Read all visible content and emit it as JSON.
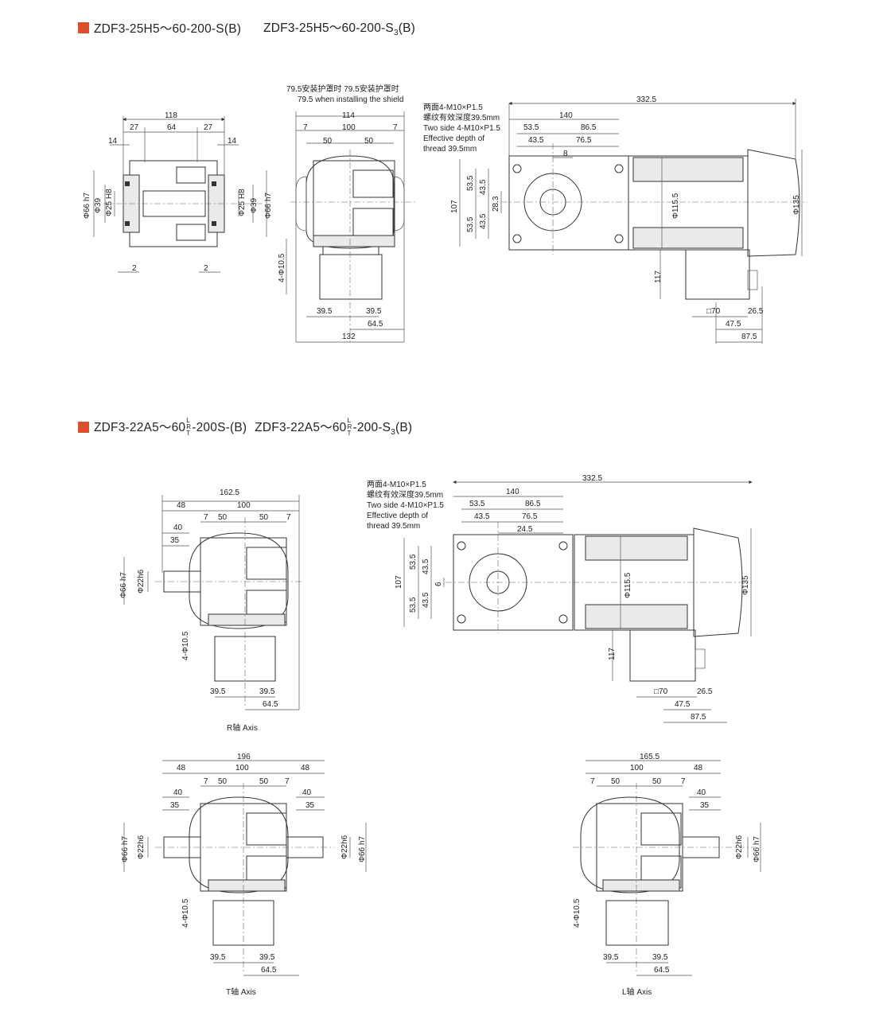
{
  "section1": {
    "model_a": "ZDF3-25H5～60-200-S(B)",
    "model_b_pre": "ZDF3-25H5～60-200-S",
    "model_b_sub": "3",
    "model_b_post": "(B)"
  },
  "section2": {
    "model_a_pre": "ZDF3-22A5～60",
    "stack_top": "L",
    "stack_mid": "R",
    "stack_bot": "T",
    "model_a_post": "-200S-(B)",
    "model_b_pre": "ZDF3-22A5～60",
    "model_b_post": "-200-S",
    "model_b_sub": "3",
    "model_b_end": "(B)"
  },
  "notes": {
    "shield_cn": "79.5安装护罩时  79.5安装护罩时",
    "shield_en": "79.5 when installing the shield",
    "thread_cn_1": "两面4-M10×P1.5",
    "thread_cn_2": "螺纹有效深度39.5mm",
    "thread_en_1": "Two side 4-M10×P1.5",
    "thread_en_2": "Effective depth of",
    "thread_en_3": "thread 39.5mm"
  },
  "captions": {
    "r_axis": "R轴 Axis",
    "t_axis": "T轴 Axis",
    "l_axis": "L轴 Axis"
  },
  "dims": {
    "d118": "118",
    "d27": "27",
    "d64": "64",
    "d14": "14",
    "d2": "2",
    "phi66h7": "Φ66 h7",
    "phi39": "Φ39",
    "phi25h8": "Φ25 H8",
    "d114": "114",
    "d100": "100",
    "d7": "7",
    "d50": "50",
    "phi105": "4-Φ10.5",
    "d39_5": "39.5",
    "d64_5": "64.5",
    "d132": "132",
    "d332_5": "332.5",
    "d140": "140",
    "d53_5": "53.5",
    "d86_5": "86.5",
    "d43_5": "43.5",
    "d76_5": "76.5",
    "d8": "8",
    "d107": "107",
    "d28_3": "28.3",
    "phi115_5": "Φ115.5",
    "phi135": "Φ135",
    "d117": "117",
    "sq70": "□70",
    "d26_5": "26.5",
    "d47_5": "47.5",
    "d87_5": "87.5",
    "d162_5": "162.5",
    "d48": "48",
    "d40": "40",
    "d35": "35",
    "phi22h6": "Φ22h6",
    "d24_5": "24.5",
    "d6": "6",
    "d196": "196",
    "d165_5": "165.5"
  }
}
